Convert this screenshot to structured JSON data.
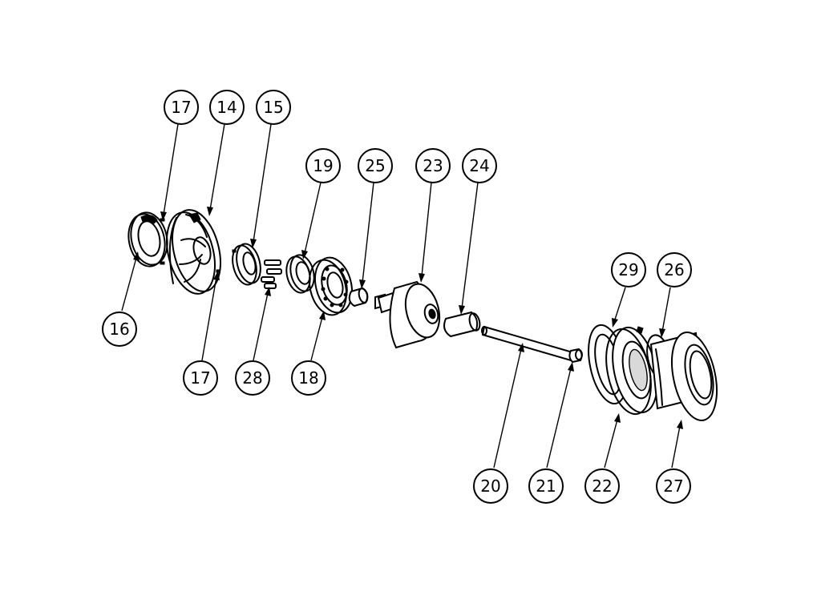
{
  "diagram": {
    "callouts": [
      {
        "id": "c17a",
        "label": "17"
      },
      {
        "id": "c14",
        "label": "14"
      },
      {
        "id": "c15",
        "label": "15"
      },
      {
        "id": "c19",
        "label": "19"
      },
      {
        "id": "c25",
        "label": "25"
      },
      {
        "id": "c23",
        "label": "23"
      },
      {
        "id": "c24",
        "label": "24"
      },
      {
        "id": "c29",
        "label": "29"
      },
      {
        "id": "c26",
        "label": "26"
      },
      {
        "id": "c16",
        "label": "16"
      },
      {
        "id": "c17b",
        "label": "17"
      },
      {
        "id": "c28",
        "label": "28"
      },
      {
        "id": "c18",
        "label": "18"
      },
      {
        "id": "c20",
        "label": "20"
      },
      {
        "id": "c21",
        "label": "21"
      },
      {
        "id": "c22",
        "label": "22"
      },
      {
        "id": "c27",
        "label": "27"
      }
    ]
  },
  "colors": {
    "ink": "#000000",
    "paper": "#ffffff",
    "shade": "#d9d9d9"
  }
}
